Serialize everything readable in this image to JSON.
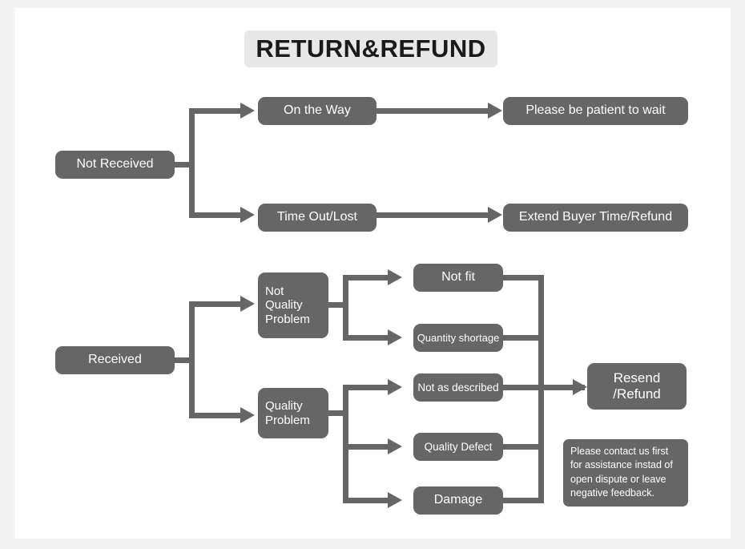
{
  "diagram": {
    "title": "RETURN&REFUND",
    "colors": {
      "page_background": "#f4f4f5",
      "card_background": "#ffffff",
      "node_fill": "#666666",
      "node_text": "#ffffff",
      "connector": "#666666",
      "title_chip_background": "#e8e8e8",
      "title_text": "#1a1a1a"
    },
    "branches": {
      "not_received": {
        "root_label": "Not Received",
        "children": [
          {
            "label": "On the Way",
            "outcome": "Please be patient to wait"
          },
          {
            "label": "Time Out/Lost",
            "outcome": "Extend Buyer Time/Refund"
          }
        ]
      },
      "received": {
        "root_label": "Received",
        "categories": [
          {
            "label": "Not\nQuality\nProblem",
            "reasons": [
              "Not fit",
              "Quantity shortage"
            ]
          },
          {
            "label": "Quality\nProblem",
            "reasons": [
              "Not as described",
              "Quality Defect",
              "Damage"
            ]
          }
        ],
        "resolution": "Resend\n/Refund"
      }
    },
    "callout": {
      "text": "Please contact us first for assistance instad of open dispute or leave negative feedback."
    }
  }
}
